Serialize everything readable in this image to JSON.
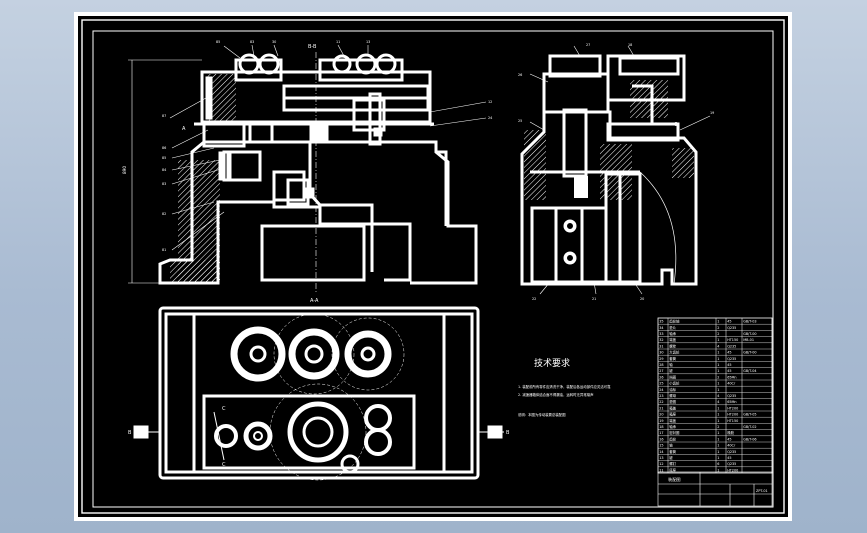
{
  "views": {
    "bb_label": "B-B",
    "aa_label": "A-A",
    "a_marker": "A",
    "b_marker": "B",
    "c_marker": "C"
  },
  "callouts_left": [
    "85",
    "83",
    "30",
    "11",
    "13",
    "87",
    "12",
    "24",
    "86",
    "85",
    "84",
    "83",
    "82",
    "81"
  ],
  "callouts_right": [
    "27",
    "18",
    "26",
    "19",
    "25",
    "22",
    "21",
    "20"
  ],
  "dimension_text": "890",
  "tech": {
    "title": "技术要求",
    "line1": "1. 装配前所有零件应清洗干净，装配后各运动部件应灵活可靠",
    "line2": "2. 减速器箱体结合面不得漏油，运转时无异常噪声",
    "line3": "说明：本图为传动装置总装配图"
  },
  "title_block": {
    "label": "装配图",
    "drawing_no": "ZPT-01"
  },
  "parts_list": {
    "rows": [
      [
        "35",
        "齿轮轴",
        "1",
        "45",
        "GB/T-03"
      ],
      [
        "34",
        "垫片",
        "2",
        "Q235",
        ""
      ],
      [
        "33",
        "轴承",
        "2",
        "",
        "GB/T-00"
      ],
      [
        "32",
        "端盖",
        "1",
        "HT150",
        "MB-01"
      ],
      [
        "31",
        "螺栓",
        "4",
        "Q235",
        ""
      ],
      [
        "30",
        "大齿轮",
        "1",
        "45",
        "GB/T-00"
      ],
      [
        "29",
        "套筒",
        "1",
        "Q235",
        ""
      ],
      [
        "28",
        "轴",
        "1",
        "45",
        ""
      ],
      [
        "27",
        "键",
        "1",
        "45",
        "GB/T-04"
      ],
      [
        "26",
        "挡圈",
        "2",
        "65Mn",
        ""
      ],
      [
        "25",
        "小齿轮",
        "1",
        "40Cr",
        ""
      ],
      [
        "24",
        "油标",
        "1",
        "",
        ""
      ],
      [
        "23",
        "螺母",
        "4",
        "Q235",
        ""
      ],
      [
        "22",
        "垫圈",
        "4",
        "65Mn",
        ""
      ],
      [
        "21",
        "箱盖",
        "1",
        "HT200",
        ""
      ],
      [
        "20",
        "箱座",
        "1",
        "HT200",
        "GB/T-05"
      ],
      [
        "19",
        "端盖",
        "1",
        "HT150",
        ""
      ],
      [
        "18",
        "轴承",
        "2",
        "",
        "GB/T-02"
      ],
      [
        "17",
        "密封圈",
        "1",
        "橡胶",
        ""
      ],
      [
        "16",
        "齿轮",
        "1",
        "45",
        "GB/T-06"
      ],
      [
        "15",
        "轴",
        "1",
        "40Cr",
        ""
      ],
      [
        "14",
        "套筒",
        "1",
        "Q235",
        ""
      ],
      [
        "13",
        "键",
        "1",
        "45",
        ""
      ],
      [
        "12",
        "螺钉",
        "6",
        "Q235",
        ""
      ],
      [
        "11",
        "底座",
        "1",
        "HT200",
        ""
      ]
    ]
  }
}
